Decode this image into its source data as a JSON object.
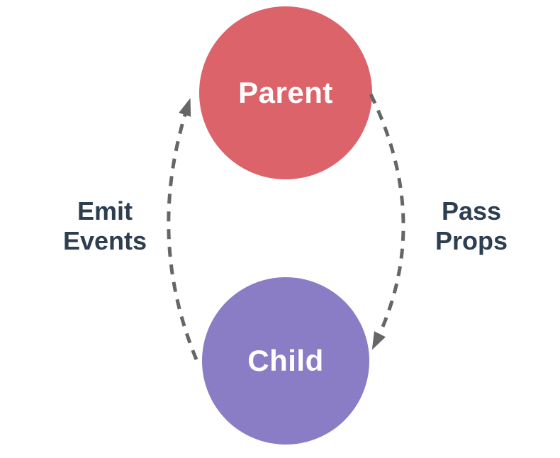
{
  "diagram": {
    "background": "#ffffff",
    "nodes": [
      {
        "id": "parent",
        "label": "Parent",
        "fill": "#dc636a",
        "label_color": "#ffffff"
      },
      {
        "id": "child",
        "label": "Child",
        "fill": "#8b7cc6",
        "label_color": "#ffffff"
      }
    ],
    "edges": [
      {
        "id": "emit-events",
        "label": "Emit Events",
        "from": "child",
        "to": "parent",
        "side": "left",
        "style": "dashed"
      },
      {
        "id": "pass-props",
        "label": "Pass Props",
        "from": "parent",
        "to": "child",
        "side": "right",
        "style": "dashed"
      }
    ],
    "edge_color": "#666666",
    "edge_label_color": "#2d3e50"
  }
}
